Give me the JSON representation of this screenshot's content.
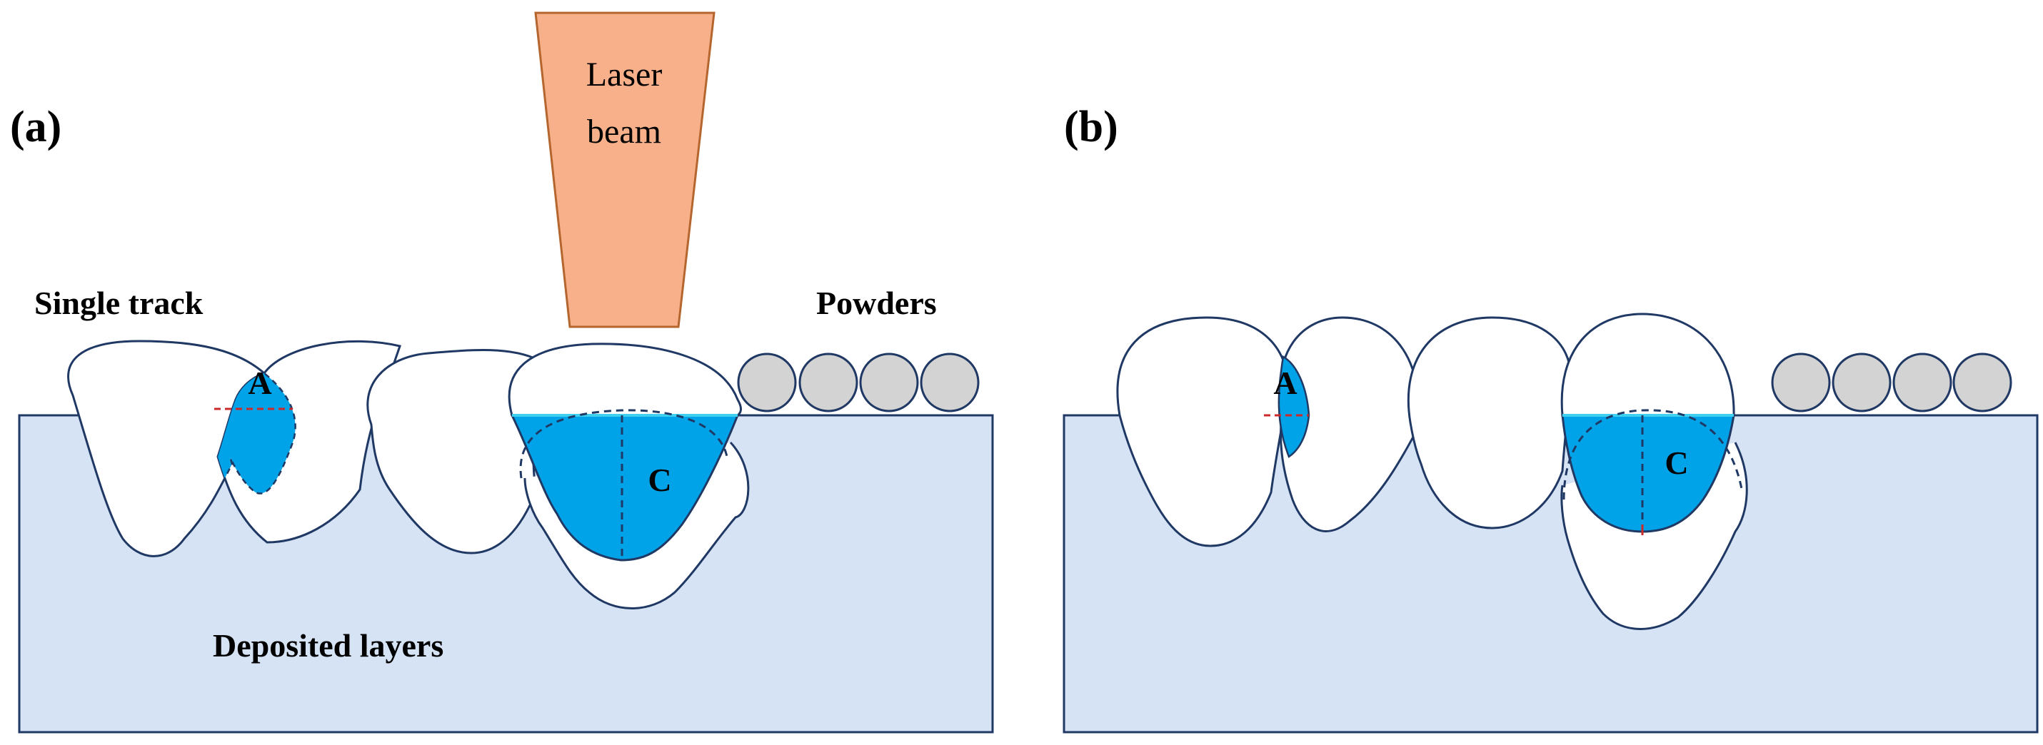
{
  "panels": [
    {
      "label": "(a)",
      "captions": {
        "laser": [
          "Laser",
          "beam"
        ],
        "single_track": "Single track",
        "powders": "Powders",
        "deposited": "Deposited layers"
      },
      "zone_labels": [
        "A",
        "C"
      ]
    },
    {
      "label": "(b)",
      "zone_labels": [
        "A",
        "C"
      ]
    }
  ],
  "colors": {
    "substrate_fill": "#d6e3f4",
    "outline": "#1f3864",
    "melt_pool": "#00a3e8",
    "laser_fill": "#f8b08a",
    "laser_stroke": "#b4662e",
    "powder_fill": "#d3d3d3",
    "mid_line": "#cc2a2a"
  }
}
